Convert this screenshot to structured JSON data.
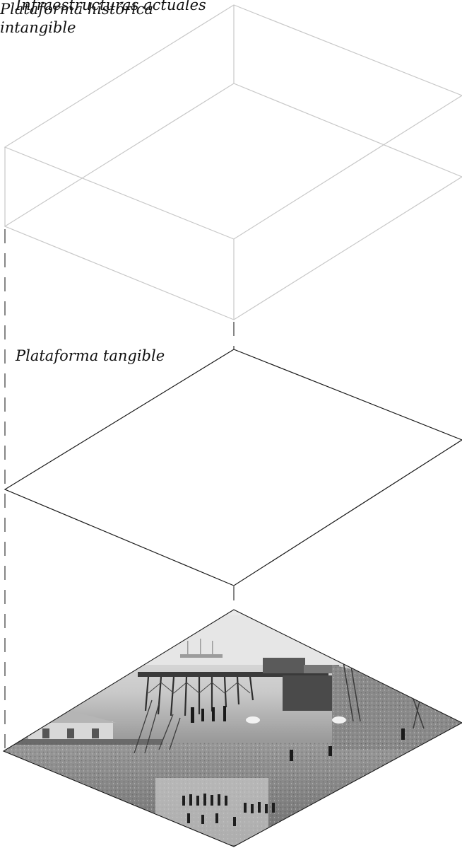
{
  "layers": [
    {
      "id": "infrastructure",
      "label": "Infraestructuras actuales"
    },
    {
      "id": "tangible",
      "label": "Plataforma tangible"
    },
    {
      "id": "historic",
      "label_lines": [
        "Plataforma histórica",
        "intangible"
      ]
    }
  ],
  "colors": {
    "infrastructure_lines": "#c8c8c8",
    "tangible_outline": "#1a1a1a",
    "dashed_connectors": "#222222",
    "photo_sky": "#e4e4e4",
    "photo_ground": "#8d8d8d"
  },
  "icons": {
    "historic_plane": "historic-photo-collage-icon"
  }
}
